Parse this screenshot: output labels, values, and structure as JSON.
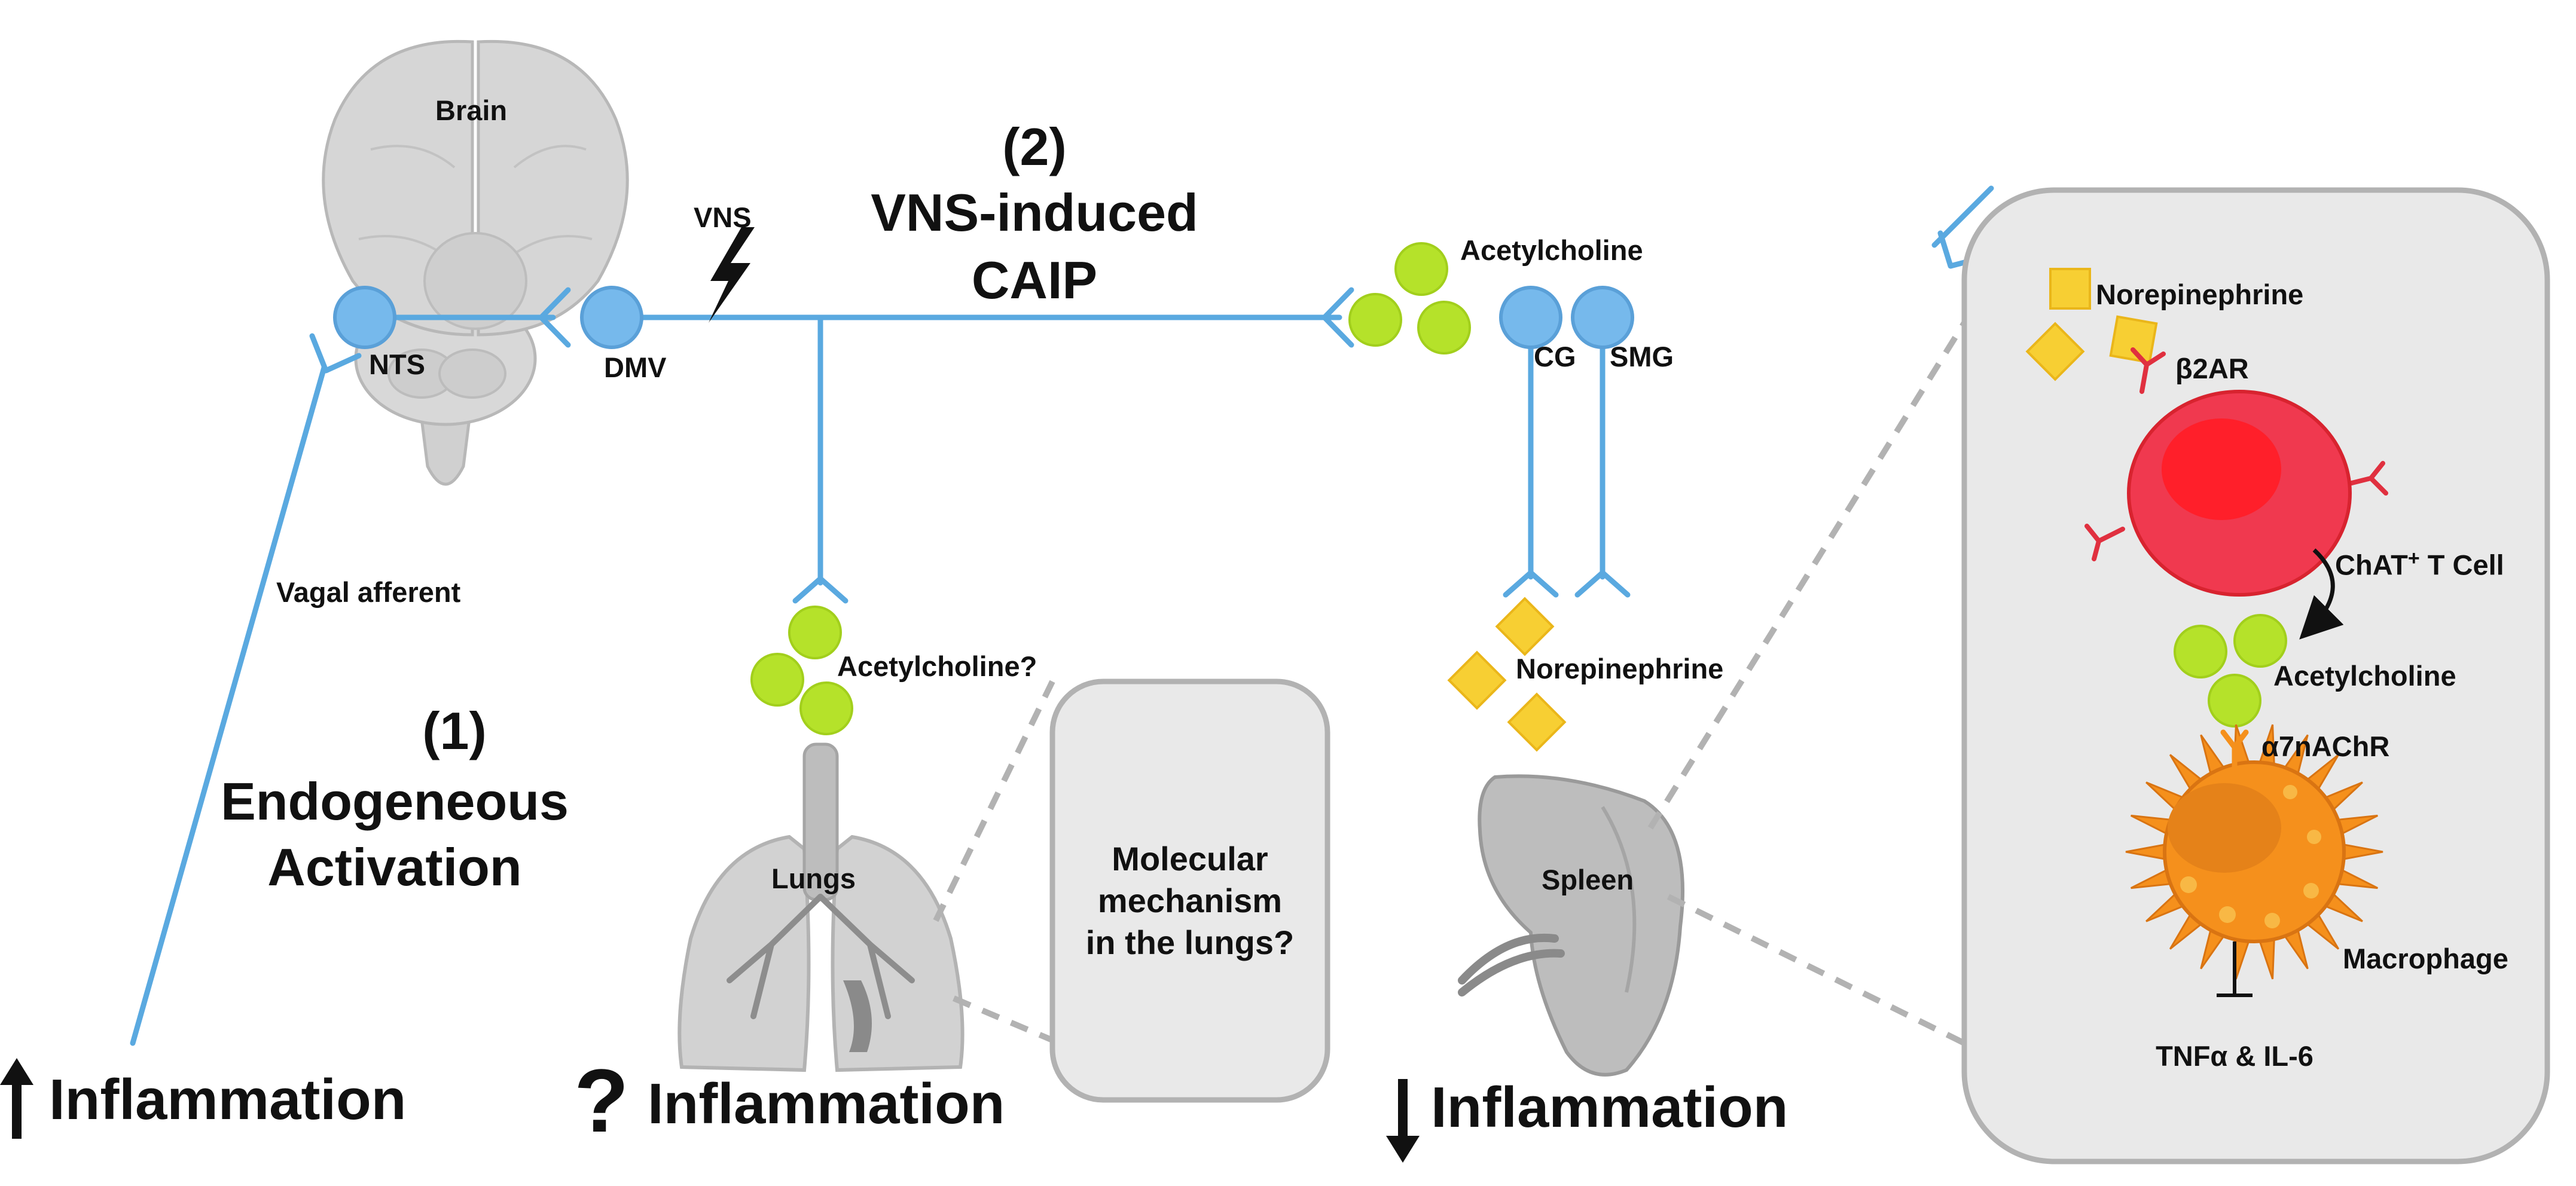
{
  "labels": {
    "brain": "Brain",
    "nts": "NTS",
    "dmv": "DMV",
    "vns": "VNS",
    "vagal_afferent": "Vagal afferent",
    "pathway1_number": "(1)",
    "pathway1_line1": "Endogeneous",
    "pathway1_line2": "Activation",
    "pathway2_number": "(2)",
    "pathway2_line1": "VNS-induced",
    "pathway2_line2": "CAIP",
    "ach_ganglia": "Acetylcholine",
    "cg": "CG",
    "smg": "SMG",
    "ach_lungs": "Acetylcholine?",
    "lungs": "Lungs",
    "lung_box": [
      "Molecular",
      "mechanism",
      "in the lungs?"
    ],
    "norepinephrine_spleen": "Norepinephrine",
    "spleen": "Spleen",
    "norepinephrine_inset": "Norepinephrine",
    "b2ar": "β2AR",
    "chat_prefix": "ChAT",
    "chat_sup": "+",
    "chat_suffix": " T Cell",
    "ach_inset": "Acetylcholine",
    "a7nachr": "α7nAChR",
    "macrophage": "Macrophage",
    "cytokines": "TNFα & IL-6"
  },
  "inflammation": [
    {
      "arrow": "up",
      "label": "Inflammation"
    },
    {
      "arrow": "question",
      "label": "Inflammation"
    },
    {
      "arrow": "down",
      "label": "Inflammation"
    }
  ],
  "colors": {
    "nerve": "#5aa9e0",
    "ganglion_fill": "#76b9ec",
    "acetylcholine": "#b5e22a",
    "norepinephrine": "#f7cf33",
    "t_cell": "#f0394f",
    "t_cell_receptor": "#e0303f",
    "macrophage": "#f5901c",
    "organ_gray": "#cfcfcf",
    "panel_gray": "#e9e9e9",
    "panel_border": "#b2b2b2"
  }
}
